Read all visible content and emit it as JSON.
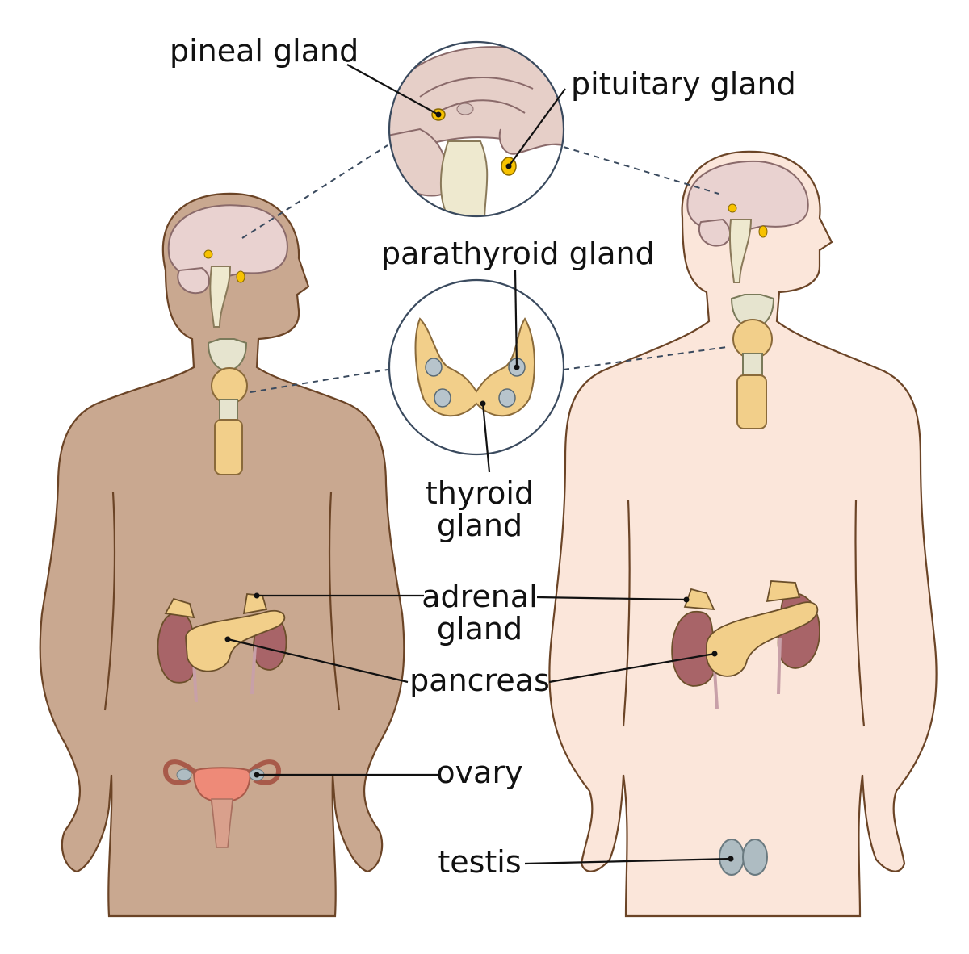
{
  "labels": {
    "pineal": "pineal gland",
    "pituitary": "pituitary gland",
    "parathyroid": "parathyroid gland",
    "thyroid_line1": "thyroid",
    "thyroid_line2": "gland",
    "adrenal_line1": "adrenal",
    "adrenal_line2": "gland",
    "pancreas": "pancreas",
    "ovary": "ovary",
    "testis": "testis"
  },
  "colors": {
    "female_skin": "#c9a890",
    "male_skin": "#fbe6da",
    "body_outline": "#6b4426",
    "brain": "#e9d2d0",
    "brain_outline": "#8a6a6a",
    "gland_yellow": "#f7c200",
    "thyroid": "#f2cf8a",
    "parathyroid": "#b7c4cc",
    "kidney": "#a86468",
    "pancreas": "#f2cf8a",
    "uterus": "#ee8a78",
    "testis": "#aebcc2",
    "leader": "#111111",
    "zoom_circle": "#3a4a5e"
  }
}
